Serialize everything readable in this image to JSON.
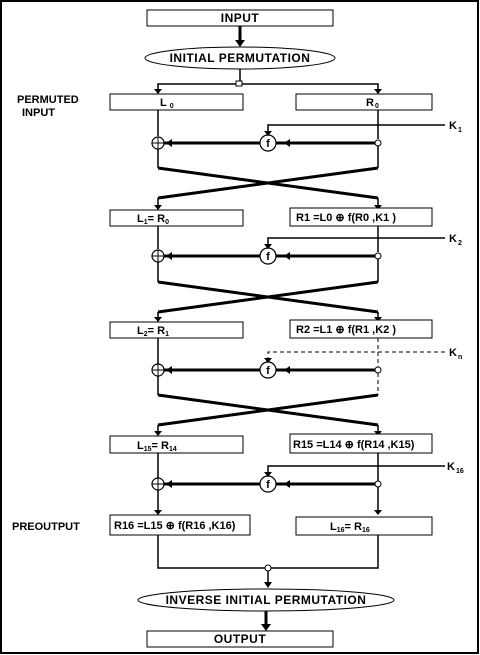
{
  "top": {
    "input": "INPUT",
    "initial_permutation": "INITIAL PERMUTATION"
  },
  "bottom": {
    "inverse_permutation": "INVERSE INITIAL PERMUTATION",
    "output": "OUTPUT"
  },
  "side_labels": {
    "permuted_input_line1": "PERMUTED",
    "permuted_input_line2": "INPUT",
    "preoutput": "PREOUTPUT"
  },
  "round0": {
    "left": "L",
    "left_sub": "0",
    "right": "R",
    "right_sub": "0"
  },
  "round1": {
    "left_a": "L",
    "left_a_sub": "1",
    "left_eq": "= R",
    "left_b_sub": "0",
    "right": "R1 =L0 ⊕ f(R0 ,K1 )"
  },
  "round2": {
    "left_a": "L",
    "left_a_sub": "2",
    "left_eq": "= R",
    "left_b_sub": "1",
    "right": "R2 =L1 ⊕ f(R1 ,K2 )"
  },
  "round15": {
    "left_a": "L",
    "left_a_sub": "15",
    "left_eq": "= R",
    "left_b_sub": "14",
    "right": "R15 =L14 ⊕ f(R14 ,K15)"
  },
  "round16": {
    "left": "R16 =L15 ⊕ f(R16 ,K16)",
    "right_a": "L",
    "right_a_sub": "16",
    "right_eq": "= R",
    "right_b_sub": "16"
  },
  "keys": {
    "k1": "K",
    "k1_sub": "1",
    "k2": "K",
    "k2_sub": "2",
    "kn": "K",
    "kn_sub": "n",
    "k16": "K",
    "k16_sub": "16"
  },
  "f_label": "f"
}
